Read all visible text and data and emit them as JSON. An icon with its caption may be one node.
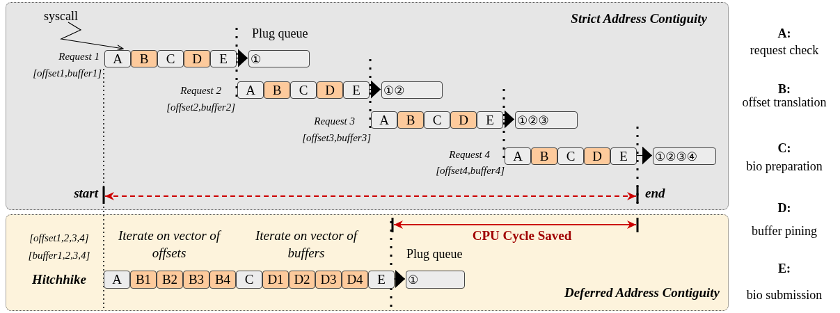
{
  "diagram": {
    "nodes": [
      {
        "text": [
          "Strict Address Contiguity"
        ]
      },
      {
        "text": [
          "syscall"
        ],
        "in": 0
      },
      {
        "text": [
          "A"
        ],
        "in": 0
      },
      {
        "text": [
          "B"
        ],
        "in": 0
      },
      {
        "text": [
          "C"
        ],
        "in": 0
      },
      {
        "text": [
          "D"
        ],
        "in": 0
      },
      {
        "text": [
          "E"
        ],
        "in": 0
      },
      {
        "text": [
          "①"
        ],
        "in": 0
      },
      {
        "text": [
          "A"
        ],
        "in": 0
      },
      {
        "text": [
          "B"
        ],
        "in": 0
      },
      {
        "text": [
          "C"
        ],
        "in": 0
      },
      {
        "text": [
          "D"
        ],
        "in": 0
      },
      {
        "text": [
          "E"
        ],
        "in": 0
      },
      {
        "text": [
          "①②"
        ],
        "in": 0
      },
      {
        "text": [
          "A"
        ],
        "in": 0
      },
      {
        "text": [
          "B"
        ],
        "in": 0
      },
      {
        "text": [
          "C"
        ],
        "in": 0
      },
      {
        "text": [
          "D"
        ],
        "in": 0
      },
      {
        "text": [
          "E"
        ],
        "in": 0
      },
      {
        "text": [
          "①②③"
        ],
        "in": 0
      },
      {
        "text": [
          "A"
        ],
        "in": 0
      },
      {
        "text": [
          "B"
        ],
        "in": 0
      },
      {
        "text": [
          "C"
        ],
        "in": 0
      },
      {
        "text": [
          "D"
        ],
        "in": 0
      },
      {
        "text": [
          "E"
        ],
        "in": 0
      },
      {
        "text": [
          "①②③④"
        ],
        "in": 0
      },
      {
        "text": [
          "Deferred Address Contiguity"
        ]
      },
      {
        "text": [
          "A"
        ],
        "in": 26
      },
      {
        "text": [
          "B1"
        ],
        "in": 26
      },
      {
        "text": [
          "B2"
        ],
        "in": 26
      },
      {
        "text": [
          "B3"
        ],
        "in": 26
      },
      {
        "text": [
          "B4"
        ],
        "in": 26
      },
      {
        "text": [
          "C"
        ],
        "in": 26
      },
      {
        "text": [
          "D1"
        ],
        "in": 26
      },
      {
        "text": [
          "D2"
        ],
        "in": 26
      },
      {
        "text": [
          "D3"
        ],
        "in": 26
      },
      {
        "text": [
          "D4"
        ],
        "in": 26
      },
      {
        "text": [
          "E"
        ],
        "in": 26
      },
      {
        "text": [
          "①"
        ],
        "in": 26
      }
    ],
    "edges": [
      {
        "from": 1,
        "to": 2,
        "arrow": "to"
      },
      {
        "from": 6,
        "to": 7,
        "arrow": "to"
      },
      {
        "from": 12,
        "to": 13,
        "arrow": "to"
      },
      {
        "from": 18,
        "to": 19,
        "arrow": "to"
      },
      {
        "from": 24,
        "to": 25,
        "arrow": "to"
      },
      {
        "from": 37,
        "to": 38,
        "arrow": "to"
      }
    ],
    "labels": [
      "Plug queue",
      "A:",
      "request check",
      "Request 1",
      "[offset1,buffer1]",
      "B:",
      "offset translation",
      "Request 2",
      "[offset2,buffer2]",
      "Request 3",
      "[offset3,buffer3]",
      "C:",
      "bio preparation",
      "Request 4",
      "[offset4,buffer4]",
      "start",
      "end",
      "D:",
      "buffer pining",
      "[offset1,2,3,4]",
      "Iterate on vector of offsets",
      "Iterate on vector of buffers",
      "CPU Cycle Saved",
      "[buffer1,2,3,4]",
      "Plug queue",
      "Hitchhike",
      "E:",
      "bio submission"
    ]
  }
}
